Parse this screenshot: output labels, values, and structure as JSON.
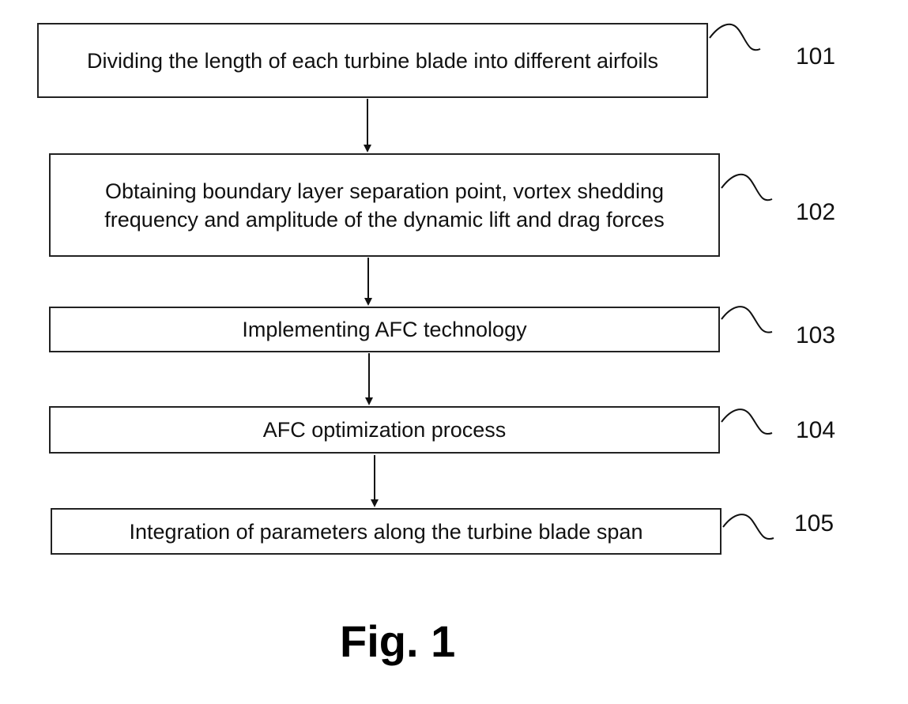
{
  "steps": [
    {
      "ref": "101",
      "text": "Dividing the length of each turbine blade into different airfoils"
    },
    {
      "ref": "102",
      "text": "Obtaining boundary layer separation point, vortex shedding frequency and amplitude of the dynamic lift and drag forces"
    },
    {
      "ref": "103",
      "text": "Implementing AFC technology"
    },
    {
      "ref": "104",
      "text": "AFC optimization process"
    },
    {
      "ref": "105",
      "text": "Integration of parameters along the turbine blade span"
    }
  ],
  "figure": {
    "caption": "Fig. 1"
  }
}
